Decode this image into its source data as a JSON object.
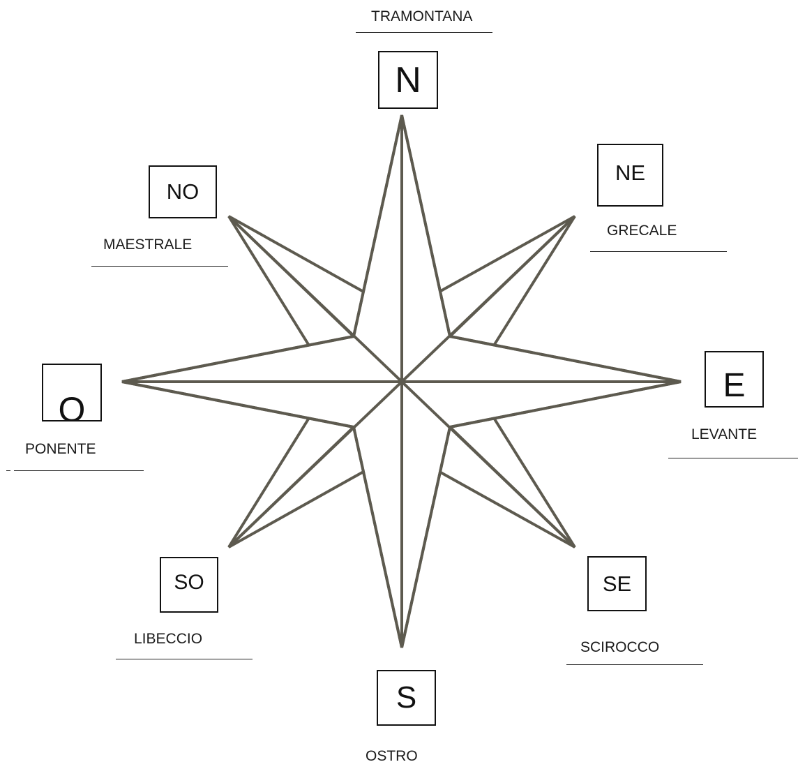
{
  "directions": {
    "n": "N",
    "ne": "NE",
    "e": "E",
    "se": "SE",
    "s": "S",
    "so": "SO",
    "o": "O",
    "no": "NO"
  },
  "winds": {
    "tramontana": "TRAMONTANA",
    "grecale": "GRECALE",
    "levante": "LEVANTE",
    "scirocco": "SCIROCCO",
    "ostro": "OSTRO",
    "libeccio": "LIBECCIO",
    "ponente": "PONENTE",
    "maestrale": "MAESTRALE"
  },
  "colors": {
    "rose_stroke": "#5d5a4f",
    "box_border": "#111111",
    "background": "#ffffff"
  }
}
